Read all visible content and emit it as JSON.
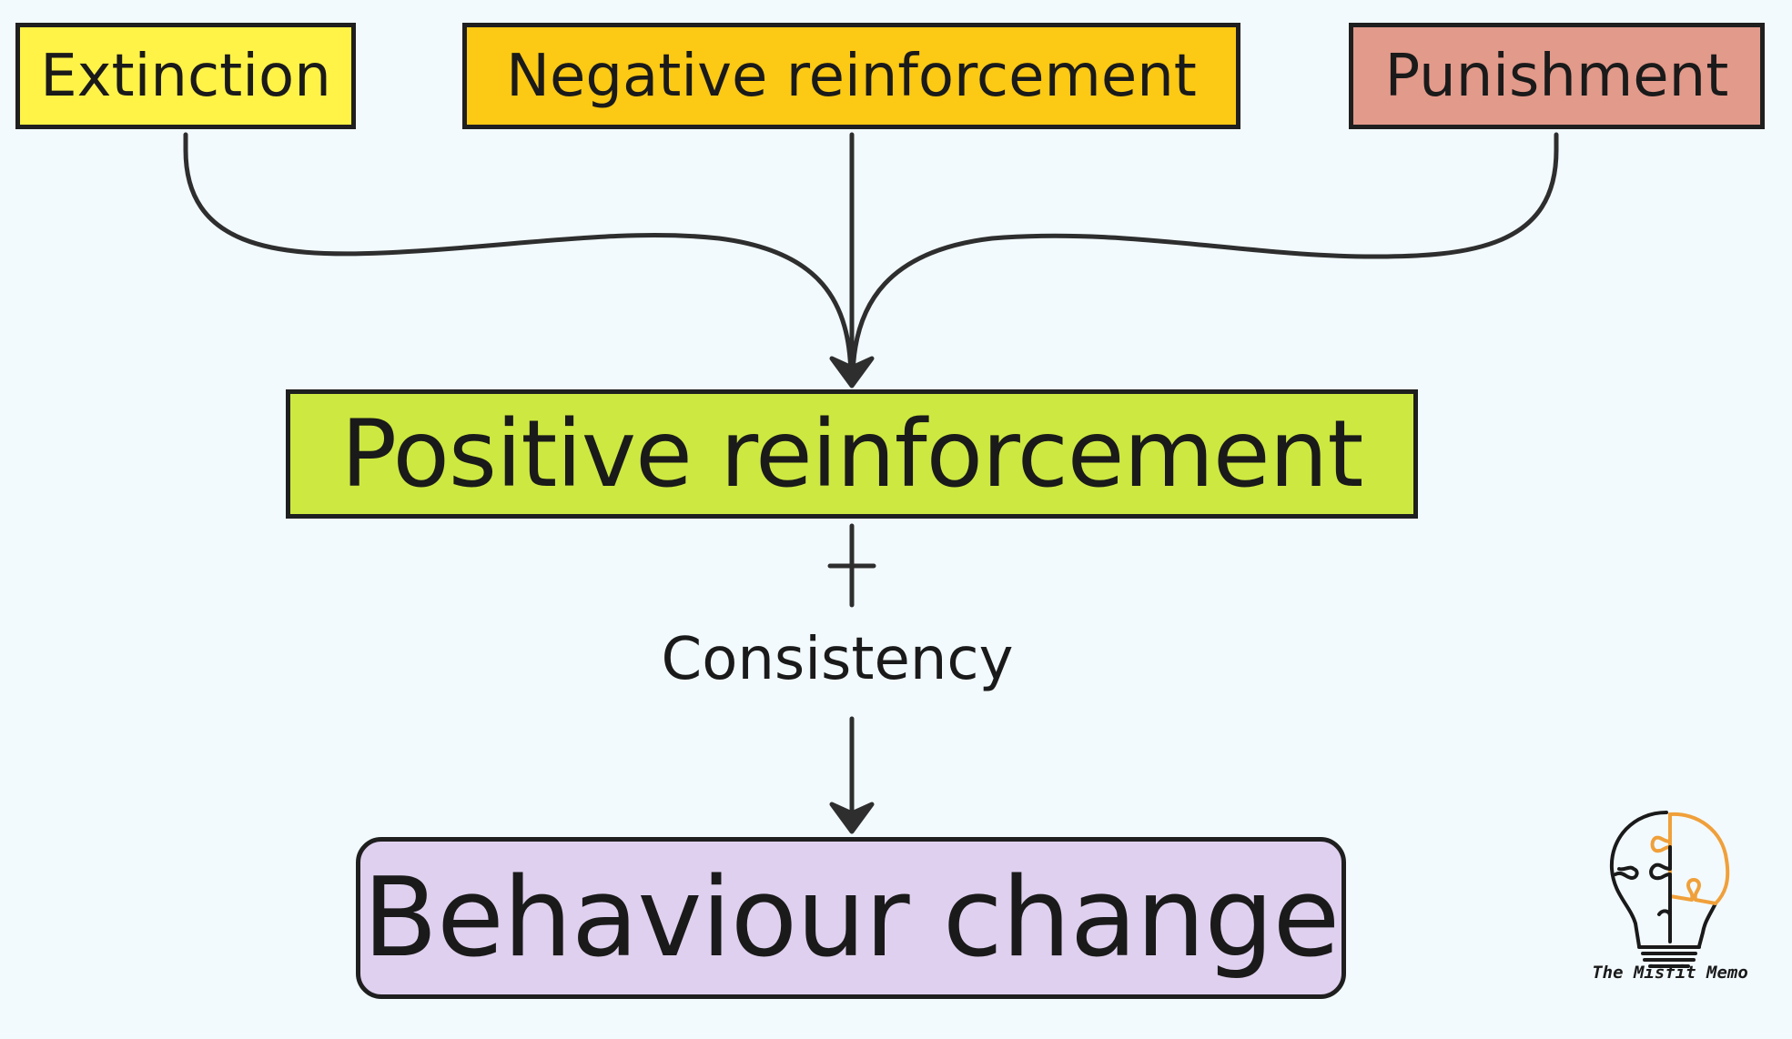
{
  "colors": {
    "background": "#f2fafe",
    "extinction": "#fff347",
    "negative_reinforcement": "#fcc914",
    "punishment": "#e29a8b",
    "positive_reinforcement": "#cde841",
    "behaviour_change": "#dfd0ef",
    "stroke": "#2e2e2e"
  },
  "nodes": {
    "extinction": "Extinction",
    "negative_reinforcement": "Negative reinforcement",
    "punishment": "Punishment",
    "positive_reinforcement": "Positive reinforcement",
    "behaviour_change": "Behaviour change"
  },
  "connector": {
    "plus_symbol": "+",
    "label": "Consistency"
  },
  "logo": {
    "icon": "lightbulb-puzzle-icon",
    "caption": "The Misfit Memo"
  }
}
